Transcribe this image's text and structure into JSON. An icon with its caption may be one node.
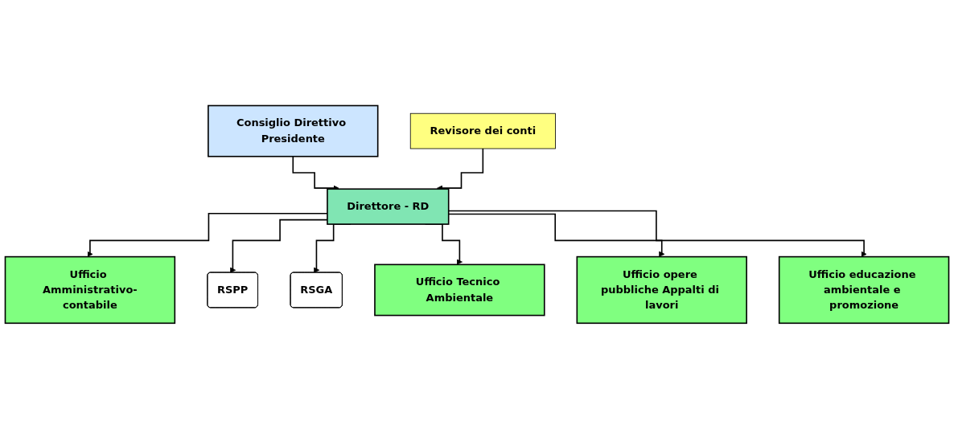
{
  "diagram": {
    "nodes": [
      {
        "text": [
          "Consiglio Direttivo Presidente"
        ]
      },
      {
        "text": [
          "Direttore - RD"
        ]
      },
      {
        "text": [
          "Revisore dei conti"
        ]
      },
      {
        "text": [
          "Ufficio Amministrativo-contabile"
        ]
      },
      {
        "text": [
          "RSPP"
        ]
      },
      {
        "text": [
          "RSGA"
        ]
      },
      {
        "text": [
          "Ufficio Tecnico Ambientale"
        ]
      },
      {
        "text": [
          "Ufficio opere pubbliche Appalti di lavori"
        ]
      },
      {
        "text": [
          "Ufficio educazione ambientale e promozione"
        ]
      }
    ],
    "edges": [
      {
        "from": 0,
        "to": 1,
        "arrow": "to"
      },
      {
        "from": 2,
        "to": 1,
        "arrow": "to"
      },
      {
        "from": 1,
        "to": 3,
        "arrow": "to"
      },
      {
        "from": 1,
        "to": 4,
        "arrow": "to"
      },
      {
        "from": 1,
        "to": 5,
        "arrow": "to"
      },
      {
        "from": 1,
        "to": 6,
        "arrow": "to"
      },
      {
        "from": 1,
        "to": 7,
        "arrow": "to"
      },
      {
        "from": 1,
        "to": 8,
        "arrow": "to"
      }
    ]
  }
}
